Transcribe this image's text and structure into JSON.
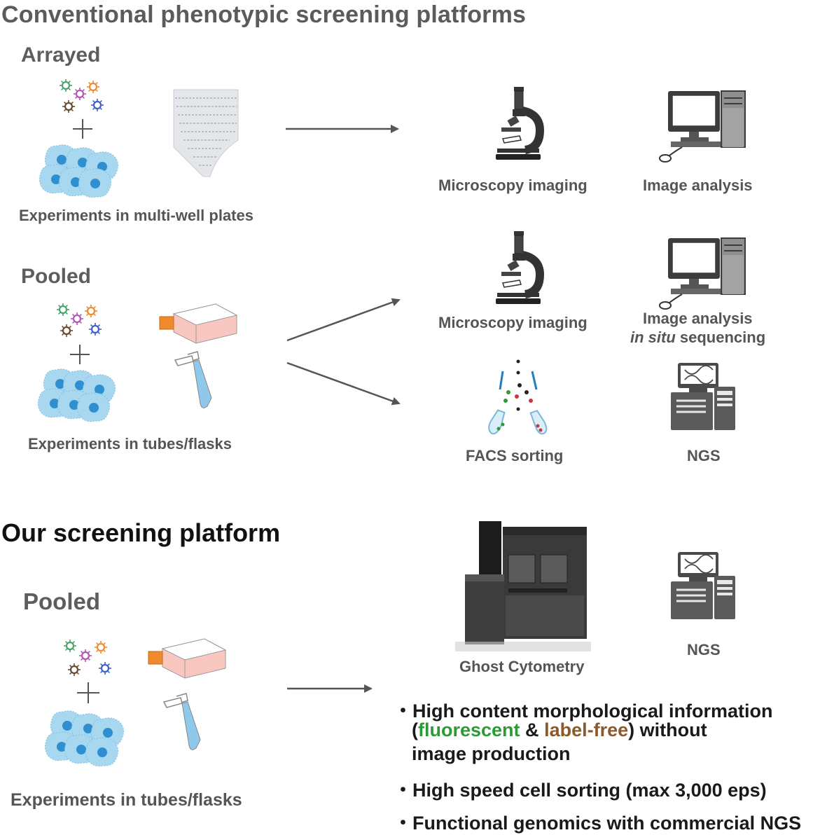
{
  "conventional": {
    "title": "Conventional phenotypic screening platforms",
    "arrayed": {
      "heading": "Arrayed",
      "caption": "Experiments in multi-well plates",
      "outputs": [
        "Microscopy imaging",
        "Image analysis"
      ]
    },
    "pooled": {
      "heading": "Pooled",
      "caption": "Experiments in tubes/flasks",
      "outputs": {
        "microscopy": "Microscopy imaging",
        "analysis_line1": "Image analysis",
        "analysis_line2_italic": "in situ",
        "analysis_line2_rest": " sequencing",
        "facs": "FACS sorting",
        "ngs": "NGS"
      }
    }
  },
  "ours": {
    "title": "Our screening platform",
    "pooled": {
      "heading": "Pooled",
      "caption": "Experiments in tubes/flasks"
    },
    "instrument": "Ghost Cytometry",
    "ngs": "NGS",
    "bullets": {
      "b1_line1": "High content morphological information",
      "b1_open": "(",
      "b1_fluor": "fluorescent",
      "b1_amp": " & ",
      "b1_label": "label-free",
      "b1_close": ") without",
      "b1_line3": "image production",
      "b2": "High speed cell sorting (max 3,000 eps)",
      "b3": "Functional genomics with commercial NGS",
      "marker": "・"
    }
  },
  "colors": {
    "fluorescent": "#2e9a36",
    "label_free": "#8a5a2b",
    "cell_fill": "#9fd3ee",
    "cell_nucleus": "#2f8fd0",
    "arrow": "#555555",
    "icon_gray": "#444444"
  },
  "icons": [
    "virus-icon",
    "cell-cluster-icon",
    "multiwell-plate-stack-icon",
    "cell-culture-flask-icon",
    "microtube-icon",
    "microscope-icon",
    "desktop-computer-icon",
    "facs-sorter-icon",
    "ngs-sequencer-icon",
    "ghost-cytometry-instrument-icon"
  ]
}
